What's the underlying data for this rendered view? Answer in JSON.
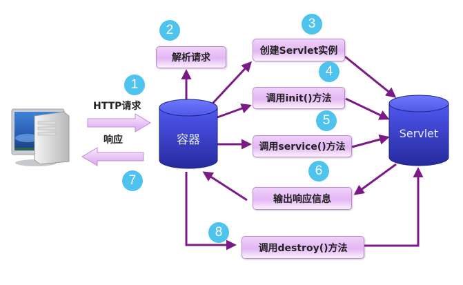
{
  "diagram": {
    "client": {
      "icon": "desktop-computer-icon"
    },
    "request_label": "HTTP请求",
    "response_label": "响应",
    "container_label": "容器",
    "servlet_label": "Servlet",
    "steps": [
      {
        "number": "1"
      },
      {
        "number": "2",
        "label": "解析请求"
      },
      {
        "number": "3",
        "label": "创建Servlet实例"
      },
      {
        "number": "4",
        "label": "调用init()方法"
      },
      {
        "number": "5",
        "label": "调用service()方法"
      },
      {
        "number": "6",
        "label": "输出响应信息"
      },
      {
        "number": "7"
      },
      {
        "number": "8",
        "label": "调用destroy()方法"
      }
    ],
    "colors": {
      "arrow": "#7b1a86",
      "badge": "#4ec3ee",
      "cylinder": "#3a3fd0",
      "box_fill": "#e3b6f3"
    }
  }
}
